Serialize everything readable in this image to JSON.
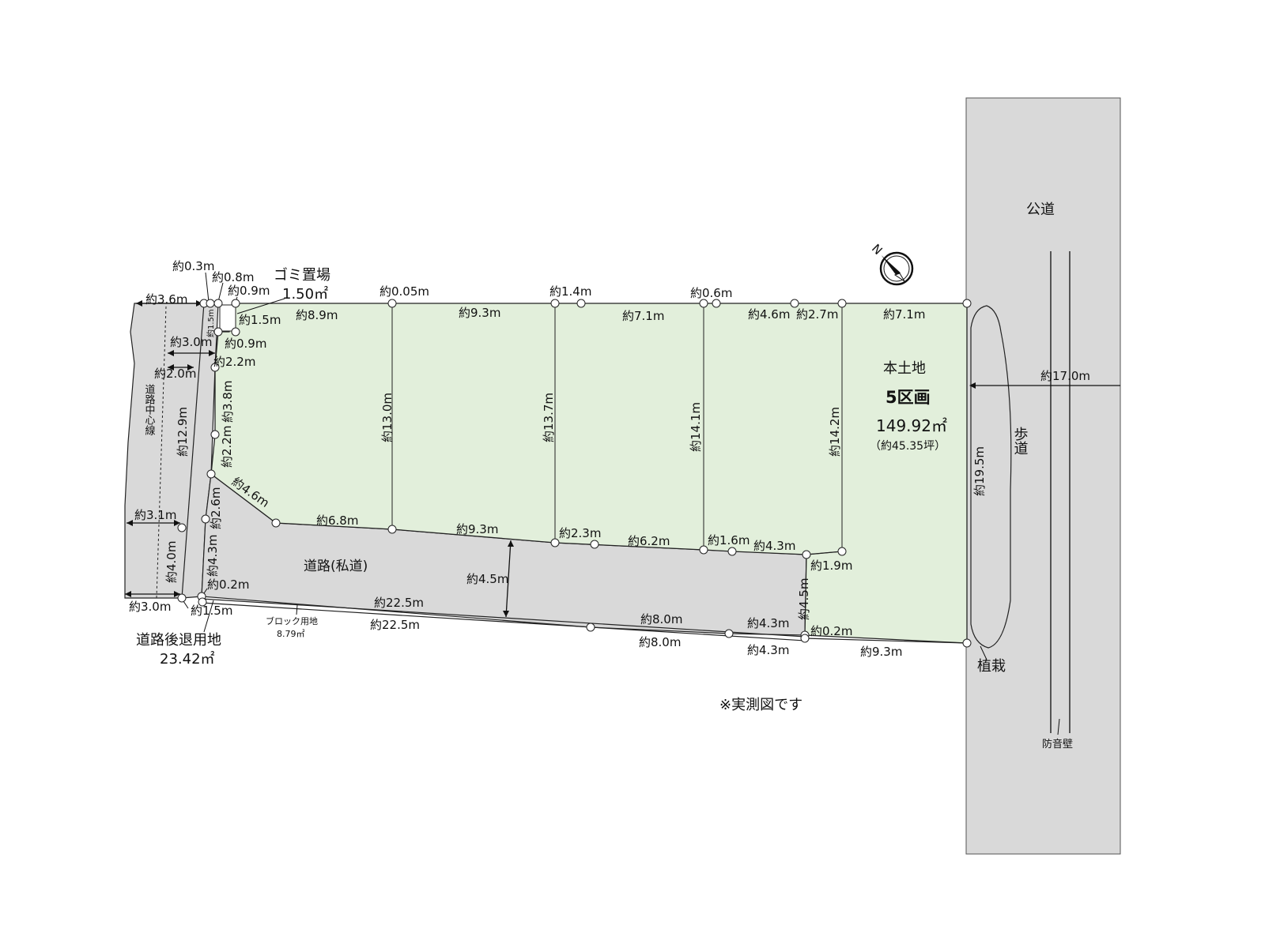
{
  "colors": {
    "lot": "#e2efdb",
    "road": "#d9d9d9",
    "line": "#222222"
  },
  "dims": [
    "約0.3m",
    "約0.8m",
    "約0.9m",
    "約3.6m",
    "約1.5m",
    "約1.5m",
    "約8.9m",
    "約0.9m",
    "約3.0m",
    "約2.0m",
    "約2.2m",
    "約3.8m",
    "約12.9m",
    "約2.2m",
    "約4.6m",
    "約3.1m",
    "約2.6m",
    "約4.0m",
    "約4.3m",
    "約0.2m",
    "約3.0m",
    "約1.5m",
    "約0.05m",
    "約9.3m",
    "約1.4m",
    "約7.1m",
    "約0.6m",
    "約4.6m",
    "約2.7m",
    "約7.1m",
    "約13.0m",
    "約13.7m",
    "約14.1m",
    "約14.2m",
    "約6.8m",
    "約9.3m",
    "約2.3m",
    "約6.2m",
    "約1.6m",
    "約4.3m",
    "約1.9m",
    "約4.5m",
    "約4.5m",
    "約22.5m",
    "約22.5m",
    "約8.0m",
    "約8.0m",
    "約4.3m",
    "約4.3m",
    "約0.2m",
    "約9.3m",
    "約19.5m",
    "約17.0m"
  ],
  "labels": {
    "garbage": "ゴミ置場",
    "garbage_area": "1.50㎡",
    "centerline": "道路中心線",
    "private_road": "道路(私道)",
    "block_land": "ブロック用地",
    "block_area": "8.79㎡",
    "setback": "道路後退用地",
    "setback_area": "23.42㎡",
    "main_land": "本土地",
    "lots": "5区画",
    "area": "149.92㎡",
    "tsubo": "（約45.35坪）",
    "public_road": "公道",
    "sidewalk": "歩道",
    "planting": "植栽",
    "sound_wall": "防音壁",
    "note": "※実測図です",
    "north": "N"
  }
}
